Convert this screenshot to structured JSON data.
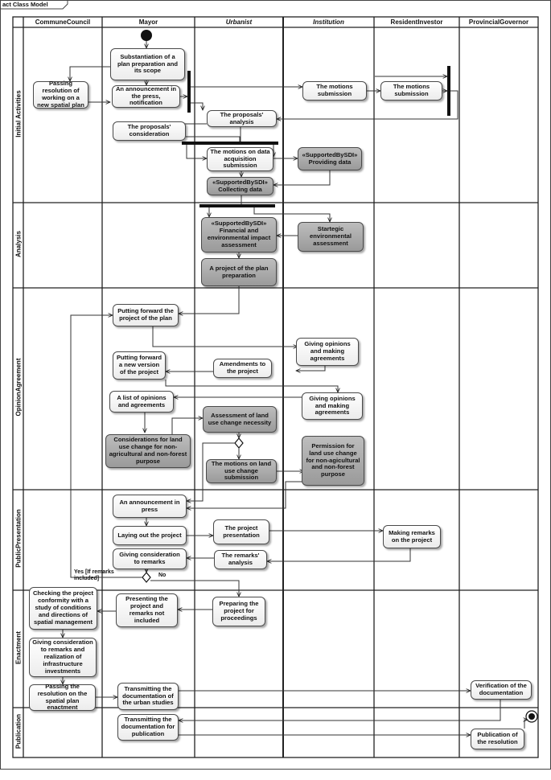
{
  "frame": {
    "title": "act Class Model"
  },
  "lanes": [
    {
      "name": "CommuneCouncil",
      "italic": false
    },
    {
      "name": "Mayor",
      "italic": false
    },
    {
      "name": "Urbanist",
      "italic": true
    },
    {
      "name": "Institution",
      "italic": true
    },
    {
      "name": "ResidentInvestor",
      "italic": false
    },
    {
      "name": "ProvincialGovernor",
      "italic": false
    }
  ],
  "partitions": [
    "Initial Activities",
    "Analysis",
    "OpinionAgreement",
    "PublicPresentation",
    "Enactment",
    "Publication"
  ],
  "nodes": {
    "substantiation": "Substantiation of a plan preparation and its scope",
    "passing_resolution": "Passing resolution of working on a new spatial plan",
    "announcement_press_notification": "An announcement in the press, notification",
    "motions_submission_inst": "The motions submission",
    "motions_submission_res": "The motions submission",
    "proposals_analysis": "The proposals' analysis",
    "proposals_consideration": "The proposals' consideration",
    "motions_data_acquisition": "The motions on data acquisition submission",
    "providing_data_stereo": "«SupportedBySDI»",
    "providing_data": "Providing data",
    "collecting_data_stereo": "«SupportedBySDI»",
    "collecting_data": "Collecting data",
    "financial_stereo": "«SupportedBySDI»",
    "financial_assessment": "Financial and environmental impact assessment",
    "strategic_assessment": "Startegic environmental assessment",
    "project_preparation": "A project of the plan preparation",
    "putting_forward_project": "Putting forward the project of the plan",
    "giving_opinions_1": "Giving opinions and making agreements",
    "amendments": "Amendments to the project",
    "putting_forward_new_version": "Putting forward a new version of the project",
    "list_of_opinions": "A list of opinions and agreements",
    "giving_opinions_2": "Giving opinions and making agreements",
    "assessment_land_use": "Assessment of land use change necessity",
    "considerations_land_use": "Considerations for land use change for non-agricultural and non-forest purpose",
    "motions_land_use": "The motions on land use change submission",
    "permission_land_use": "Permission for land use change for non-agicultural and non-forest purpose",
    "announcement_press": "An announcement in press",
    "laying_out": "Laying out the project",
    "project_presentation": "The project presentation",
    "making_remarks": "Making remarks on the project",
    "giving_consideration_remarks": "Giving consideration to remarks",
    "remarks_analysis": "The remarks' analysis",
    "checking_conformity": "Checking the project conformity with a study of conditions and directions of spatial management",
    "presenting_project": "Presenting the project and remarks not included",
    "preparing_project": "Preparing the project for proceedings",
    "giving_consideration_realization": "Giving consideration to remarks and realization of infrastructure investments",
    "passing_resolution_enactment": "Passing the resolution on the spatial plan enactment",
    "transmitting_urban": "Transmitting the documentation of the urban studies",
    "verification": "Verification of the documentation",
    "transmitting_publication": "Transmitting the documentation for publication",
    "publication_resolution": "Publication of the resolution"
  },
  "guards": {
    "yes": "Yes [If remarks included]",
    "no": "No"
  },
  "colors": {
    "light_node": "#efefef",
    "dark_node": "#a8a8a8",
    "line": "#333333"
  }
}
